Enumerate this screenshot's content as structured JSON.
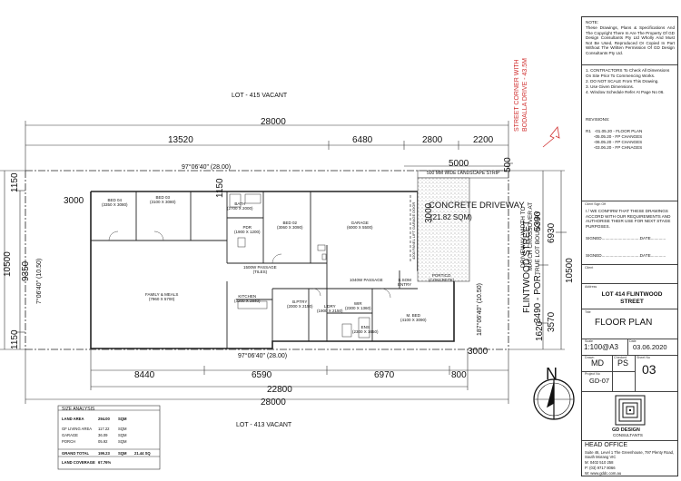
{
  "labels": {
    "lot_top": "LOT - 415 VACANT",
    "lot_bottom": "LOT - 413 VACANT",
    "street_corner_1": "STREET CORNER WITH",
    "street_corner_2": "BODALLA DRIVE - 43.5M",
    "flintwood_street": "FLINTWOOD STREET",
    "driveway_note_1": "DRIVEWAY WIDTH TO",
    "driveway_note_2": "MATCH CROSSOVER AT",
    "driveway_note_3": "TRUE LOT BOUNDARY",
    "landscape_strip": "500 MM WIDE LANDSCAPE STRIP",
    "garage_door": "4200 PANEL LIFT GARAGE DOOR",
    "concrete_driveway": "CONCRETE DRIVEWAY",
    "driveway_area": "(21.82 SQM)",
    "bearing_top": "97°06'40\" (28.00)",
    "bearing_bottom": "97°06'40\" (28.00)",
    "bearing_left": "7°06'40\" (10.50)",
    "bearing_right": "187°06'40\" (10.50)",
    "north": "N"
  },
  "dimensions": {
    "top_overall": "28000",
    "top_1": "13520",
    "top_2": "6480",
    "top_3": "2800",
    "top_4": "2200",
    "driveway_5000": "5000",
    "bottom_1": "8440",
    "bottom_2": "6590",
    "bottom_3": "6970",
    "bottom_4": "800",
    "bottom_22800": "22800",
    "bottom_overall": "28000",
    "left_1150_top": "1150",
    "left_10500": "10500",
    "left_9350": "9350",
    "left_1150_bottom": "1150",
    "setback_3000_left": "3000",
    "setback_3000_right": "3000",
    "setback_3000_bottom": "3000",
    "right_500": "500",
    "right_5390": "5390",
    "right_6930": "6930",
    "right_10500": "10500",
    "right_3490": "3490 - POR.",
    "right_1620": "1620",
    "right_3570": "3570"
  },
  "rooms": [
    {
      "name": "BED 04",
      "size": "(3350 X 3080)"
    },
    {
      "name": "BED 03",
      "size": "(3100 X 3080)"
    },
    {
      "name": "BATH",
      "size": "(2700 X 2000)"
    },
    {
      "name": "PDR",
      "size": "(1900 X 1200)"
    },
    {
      "name": "BED 02",
      "size": "(3060 X 3090)"
    },
    {
      "name": "GARAGE",
      "size": "(6000 X 5500)"
    },
    {
      "name": "1500W PASSAGE",
      "size": "(TILES)"
    },
    {
      "name": "1040W PASSAGE",
      "size": ""
    },
    {
      "name": "FAMILY & MEALS",
      "size": "(7960 X 5700)"
    },
    {
      "name": "KITCHEN",
      "size": "(3200 X 2840)"
    },
    {
      "name": "B.PTRY",
      "size": "(2000 X 2150)"
    },
    {
      "name": "L'DRY",
      "size": "(1900 X 2150)"
    },
    {
      "name": "WIR",
      "size": "(2300 X 1360)"
    },
    {
      "name": "ENS",
      "size": "(2300 X 1650)"
    },
    {
      "name": "M. BED",
      "size": "(4100 X 3090)"
    },
    {
      "name": "PORTICO",
      "size": "(CONCRETE)"
    },
    {
      "name": "S.SOM",
      "size": "ENTRY"
    }
  ],
  "size_analysis": {
    "title": "SIZE ANALYSIS",
    "rows": [
      {
        "label": "LAND AREA",
        "value": "294.00",
        "unit": "SQM",
        "extra": ""
      },
      {
        "label": "GF LIVING AREA",
        "value": "117.22",
        "unit": "SQM",
        "extra": ""
      },
      {
        "label": "GARAGE",
        "value": "36.09",
        "unit": "SQM",
        "extra": ""
      },
      {
        "label": "PORCH",
        "value": "05.92",
        "unit": "SQM",
        "extra": ""
      },
      {
        "label": "GRAND TOTAL",
        "value": "199.23",
        "unit": "SQM",
        "extra": "21.44 SQ"
      },
      {
        "label": "LAND COVERAGE",
        "value": "67.76%",
        "unit": "",
        "extra": ""
      }
    ]
  },
  "title_block": {
    "note_title": "NOTE:",
    "note_text": "These Drawings, Plans & Specifications And The Copyright There In Are The Property Of GD Design Consultants Pty Ltd Wholly And Must Not Be Used, Reproduced Or Copied In Part Without The Written Permission Of GD Design Consultants Pty Ltd.",
    "instructions": [
      "1.   CONTRACTORS To Check All Dimensions On Site Prior To Commencing Works.",
      "2.   DO NOT SCALE From This Drawing.",
      "3.   Use Given Dimensions.",
      "4.   Window Schedule Refer At Page No 06."
    ],
    "revisions_title": "REVISIONS:",
    "revisions": [
      "R1   -01.05.20 - FLOOR PLAN",
      "       -05.05.20 - FP CHANGES",
      "       -06.05.20 - FP CHANGES",
      "       -03.06.20 - FP CHNAGES"
    ],
    "signoff_label": "Client Sign Off",
    "confirm_text": "I / WE CONFIRM THAT THESE DRAWINGS ACCORD WITH OUR REQUIREMENTS AND AUTHORISE THEIR USE FOR NEXT STAGE PURPOSES.",
    "signed_1": "SIGNED.................................DATE.............",
    "signed_2": "SIGNED.................................DATE.............",
    "client_label": "Client",
    "address_label": "Address",
    "address": "LOT 414 FLINTWOOD STREET",
    "title_label": "Title",
    "drawing_title": "FLOOR PLAN",
    "scale_label": "Scale",
    "scale": "1:100@A3",
    "date_label": "Date",
    "date": "03.06.2020",
    "drawn_label": "Drawn",
    "drawn": "MD",
    "checked_label": "Checked",
    "checked": "PS",
    "project_label": "Project No",
    "project": "GD-07",
    "sheet_label": "Sheet No",
    "sheet": "03",
    "logo_name": "GD DESIGN",
    "logo_sub": "CONSULTANTS",
    "head_office": "HEAD OFFICE",
    "office_address": "Suite 46, Level 1 The Greenhouse, 797 Plenty Road, South Morang VIC",
    "mobile": "M: 0402 510 258",
    "phone": "P: (03) 9717 8066",
    "web": "W: www.gddc.com.au"
  }
}
